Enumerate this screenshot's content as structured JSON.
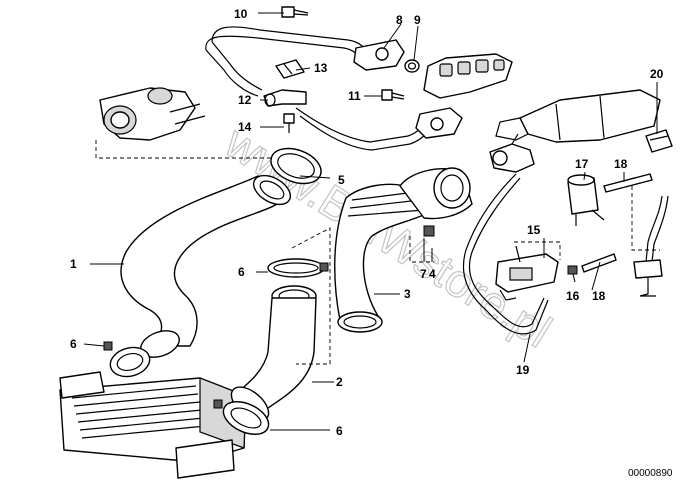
{
  "diagram": {
    "watermark": "www.BMWstore.pl",
    "drawing_code": "00000890",
    "callouts": [
      {
        "id": "c1",
        "label": "1"
      },
      {
        "id": "c2",
        "label": "2"
      },
      {
        "id": "c3",
        "label": "3"
      },
      {
        "id": "c4",
        "label": "4"
      },
      {
        "id": "c5",
        "label": "5"
      },
      {
        "id": "c6a",
        "label": "6"
      },
      {
        "id": "c6b",
        "label": "6"
      },
      {
        "id": "c6c",
        "label": "6"
      },
      {
        "id": "c7",
        "label": "7"
      },
      {
        "id": "c8",
        "label": "8"
      },
      {
        "id": "c9",
        "label": "9"
      },
      {
        "id": "c10",
        "label": "10"
      },
      {
        "id": "c11",
        "label": "11"
      },
      {
        "id": "c12",
        "label": "12"
      },
      {
        "id": "c13",
        "label": "13"
      },
      {
        "id": "c14",
        "label": "14"
      },
      {
        "id": "c15",
        "label": "15"
      },
      {
        "id": "c16",
        "label": "16"
      },
      {
        "id": "c17",
        "label": "17"
      },
      {
        "id": "c18a",
        "label": "18"
      },
      {
        "id": "c18b",
        "label": "18"
      },
      {
        "id": "c19",
        "label": "19"
      },
      {
        "id": "c20",
        "label": "20"
      }
    ]
  }
}
